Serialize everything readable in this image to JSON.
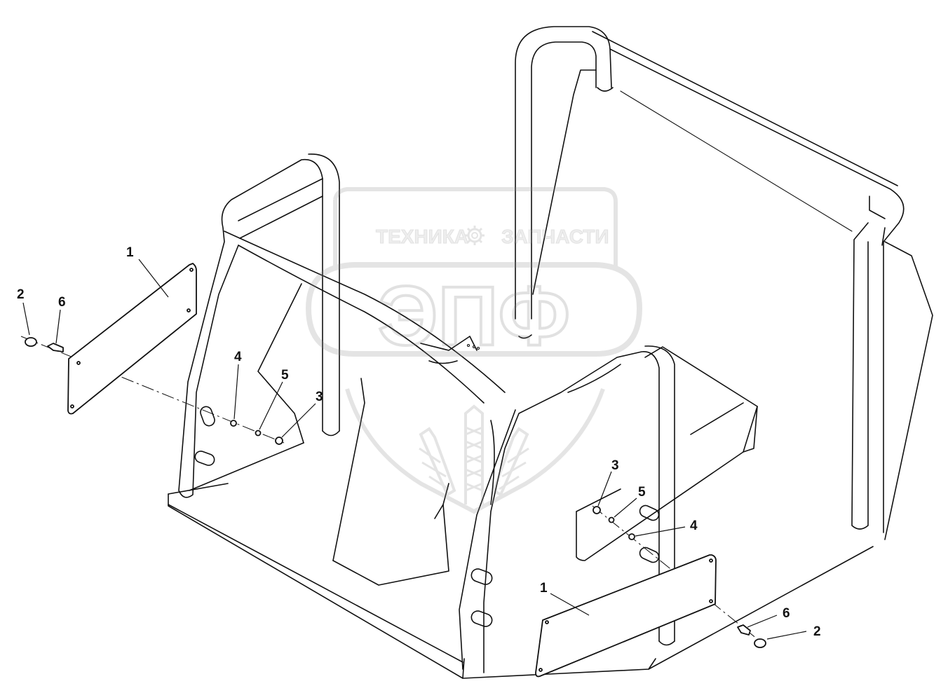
{
  "callouts": {
    "plate_left": "1",
    "cap_left": "2",
    "bolt_left": "6",
    "lockwasher_left": "4",
    "washer_left": "5",
    "nut_left": "3",
    "nut_right": "3",
    "washer_right": "5",
    "lockwasher_right": "4",
    "plate_right": "1",
    "bolt_right": "6",
    "cap_right": "2"
  },
  "watermark": {
    "top_left": "ТЕХНИКА",
    "top_right": "ЗАПЧАСТИ",
    "brand": "ЭПФ"
  },
  "icons": {
    "watermark_gear": "gear-icon",
    "watermark_wheat": "wheat-icon"
  }
}
